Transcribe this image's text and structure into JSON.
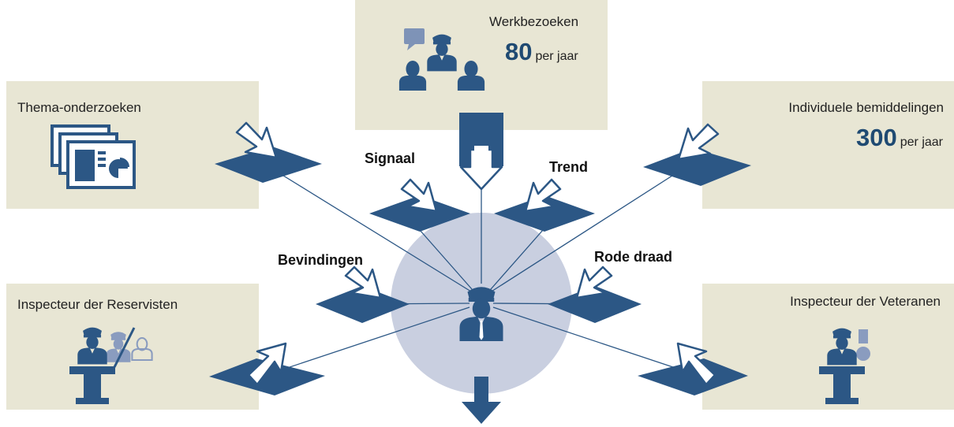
{
  "boxes": {
    "werkbezoeken": {
      "title": "Werkbezoeken",
      "stat_number": "80",
      "stat_unit": "per jaar",
      "icon": "meeting-icon"
    },
    "thema": {
      "title": "Thema-onderzoeken",
      "icon": "reports-icon"
    },
    "bemiddelingen": {
      "title": "Individuele bemiddelingen",
      "stat_number": "300",
      "stat_unit": "per jaar"
    },
    "reservisten": {
      "title": "Inspecteur der Reservisten",
      "icon": "reservist-inspector-icon"
    },
    "veteranen": {
      "title": "Inspecteur der Veteranen",
      "icon": "veteran-inspector-icon"
    }
  },
  "labels": {
    "signaal": "Signaal",
    "trend": "Trend",
    "bevindingen": "Bevindingen",
    "rode_draad": "Rode draad"
  },
  "center": {
    "icon": "inspector-general-icon"
  },
  "colors": {
    "box_bg": "#e8e6d4",
    "accent": "#2c5785",
    "circle": "#c9cfe0",
    "number": "#1f4a72"
  }
}
